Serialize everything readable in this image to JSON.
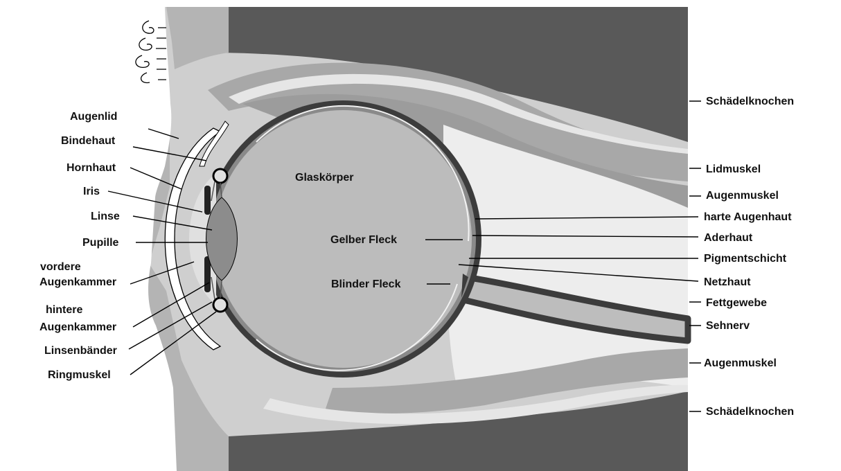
{
  "colors": {
    "background": "#ffffff",
    "bone": "#595959",
    "skin": "#b4b4b4",
    "muscle": "#a8a8a8",
    "fat": "#ededed",
    "vitreous": "#bcbcbc",
    "sclera": "#3c3c3c",
    "lens": "#8c8c8c",
    "cornea": "#ffffff",
    "label": "#111111"
  },
  "labels": {
    "left": [
      "Augenlid",
      "Bindehaut",
      "Hornhaut",
      "Iris",
      "Linse",
      "Pupille",
      "vordere",
      "Augenkammer",
      "hintere",
      "Augenkammer",
      "Linsenbänder",
      "Ringmuskel"
    ],
    "inner": [
      "Glaskörper",
      "Gelber Fleck",
      "Blinder Fleck"
    ],
    "right": [
      "Schädelknochen",
      "Lidmuskel",
      "Augenmuskel",
      "harte Augenhaut",
      "Aderhaut",
      "Pigmentschicht",
      "Netzhaut",
      "Fettgewebe",
      "Sehnerv",
      "Augenmuskel",
      "Schädelknochen"
    ]
  }
}
